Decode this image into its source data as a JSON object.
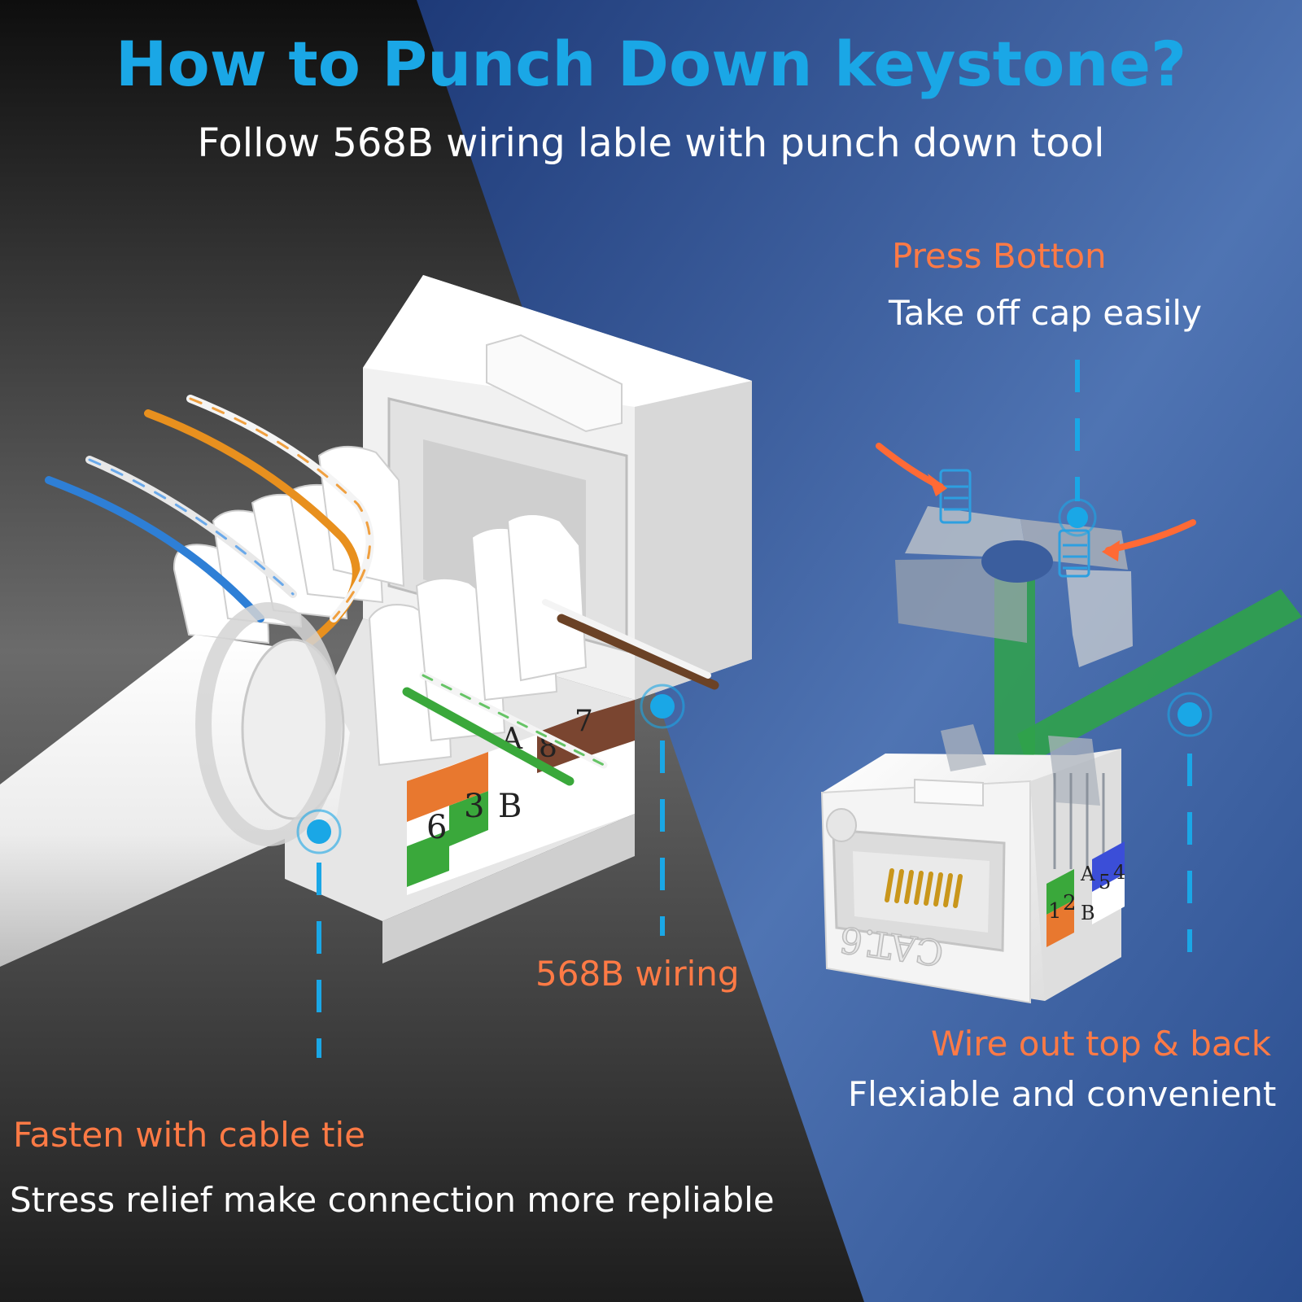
{
  "header": {
    "title": "How to Punch Down keystone?",
    "subtitle": "Follow 568B wiring lable with punch down tool"
  },
  "callouts": {
    "press": {
      "heading": "Press Botton",
      "text": "Take off cap easily"
    },
    "wiring": {
      "heading": "568B wiring"
    },
    "wire_out": {
      "heading": "Wire out top & back",
      "text": "Flexiable and convenient"
    },
    "fasten": {
      "heading": "Fasten with cable tie",
      "text": "Stress relief make connection more repliable"
    }
  },
  "jack_labels": {
    "left": {
      "pins": [
        "6",
        "3",
        "8",
        "7"
      ],
      "letters": [
        "A",
        "B"
      ]
    },
    "right": {
      "pins": [
        "1",
        "2",
        "5",
        "4"
      ],
      "letters": [
        "A",
        "B"
      ],
      "marking": "CAT.6"
    }
  },
  "colors": {
    "title": "#1aa7e6",
    "accent": "#ff7a45",
    "text": "#ffffff",
    "marker": "#1aa7e6",
    "bg_blue": "#3a5ea0",
    "bg_dark": "#2b2b2b"
  }
}
